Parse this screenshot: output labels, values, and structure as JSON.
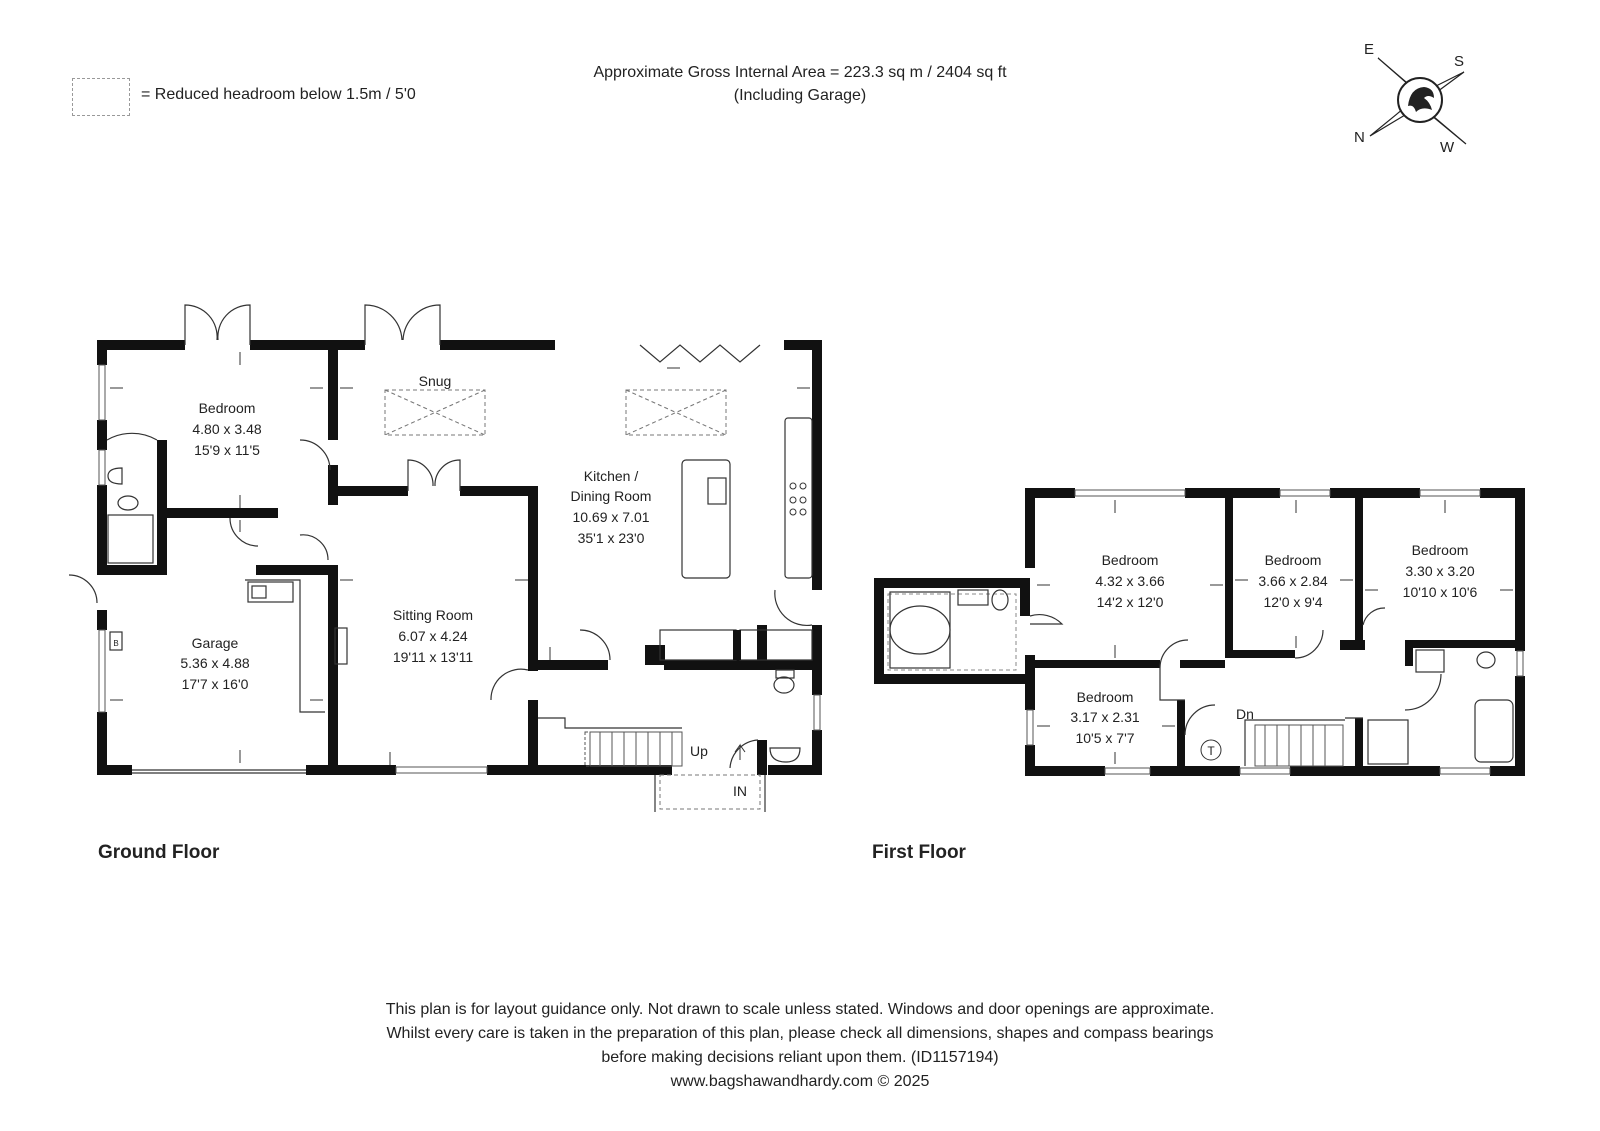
{
  "header": {
    "area_line": "Approximate Gross Internal Area = 223.3 sq m / 2404 sq ft",
    "area_note": "(Including Garage)"
  },
  "legend": {
    "text": "= Reduced headroom below 1.5m / 5'0"
  },
  "compass": {
    "n": "N",
    "e": "E",
    "s": "S",
    "w": "W"
  },
  "ground_floor": {
    "label": "Ground Floor",
    "rooms": [
      {
        "name": "Bedroom",
        "metric": "4.80 x 3.48",
        "imperial": "15'9 x 11'5"
      },
      {
        "name": "Snug"
      },
      {
        "name": "Kitchen /",
        "name2": "Dining Room",
        "metric": "10.69 x 7.01",
        "imperial": "35'1 x 23'0"
      },
      {
        "name": "Garage",
        "metric": "5.36 x 4.88",
        "imperial": "17'7 x 16'0"
      },
      {
        "name": "Sitting Room",
        "metric": "6.07 x 4.24",
        "imperial": "19'11 x 13'11"
      }
    ],
    "markers": {
      "up": "Up",
      "in": "IN",
      "boiler": "B"
    }
  },
  "first_floor": {
    "label": "First Floor",
    "rooms": [
      {
        "name": "Bedroom",
        "metric": "4.32 x 3.66",
        "imperial": "14'2 x 12'0"
      },
      {
        "name": "Bedroom",
        "metric": "3.66 x 2.84",
        "imperial": "12'0 x 9'4"
      },
      {
        "name": "Bedroom",
        "metric": "3.30 x 3.20",
        "imperial": "10'10 x 10'6"
      },
      {
        "name": "Bedroom",
        "metric": "3.17 x 2.31",
        "imperial": "10'5 x 7'7"
      }
    ],
    "markers": {
      "dn": "Dn",
      "tank": "T"
    }
  },
  "disclaimer": {
    "line1": "This plan is for layout guidance only. Not drawn to scale unless stated. Windows and door openings are approximate.",
    "line2": "Whilst every care is taken in the preparation of this plan, please check all dimensions, shapes and compass bearings",
    "line3": "before making decisions reliant upon them. (ID1157194)",
    "line4": "www.bagshawandhardy.com © 2025"
  }
}
